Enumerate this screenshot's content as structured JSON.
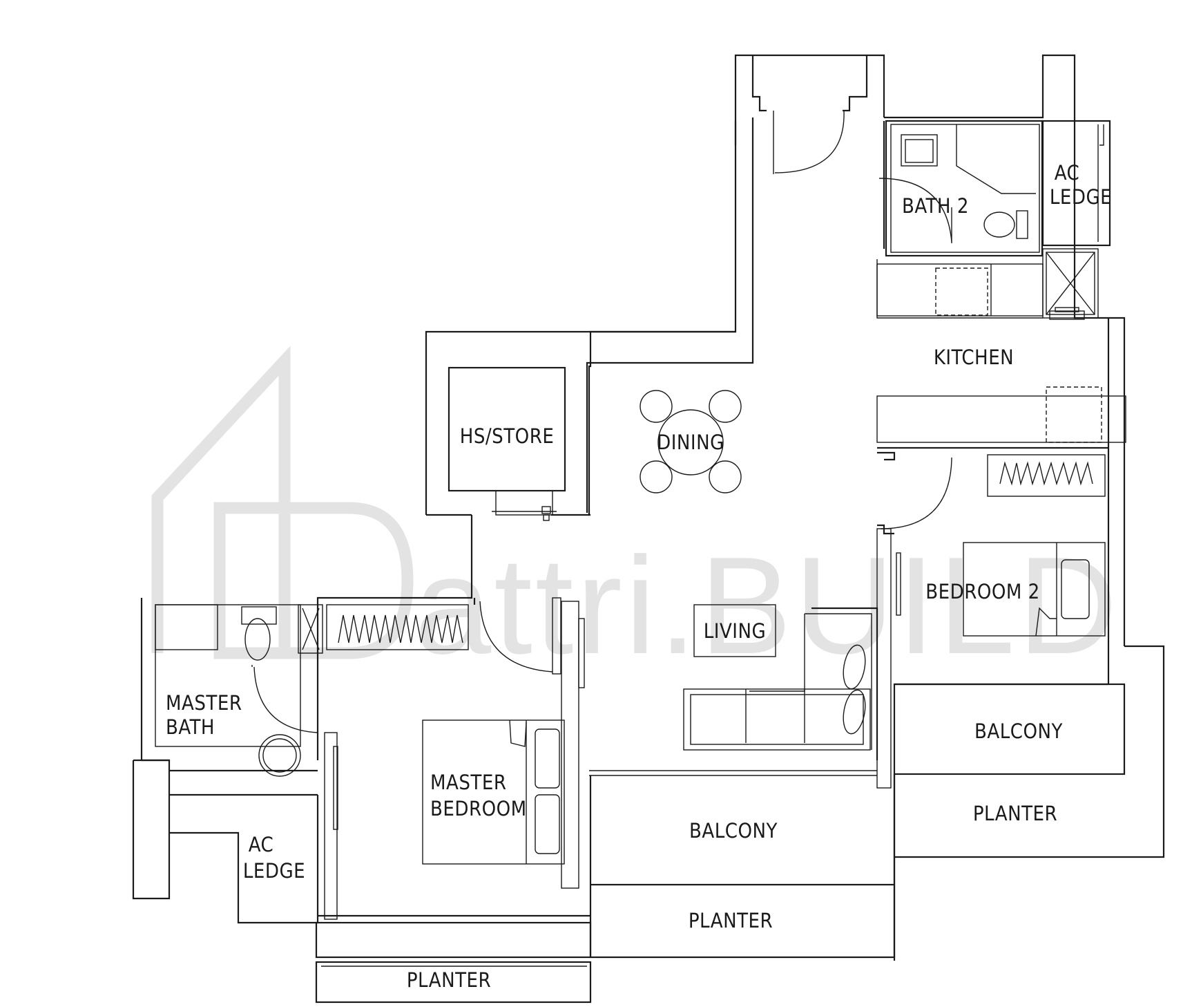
{
  "watermark": {
    "text": "attri.BUILD",
    "color": "#e3e3e3"
  },
  "line_color": "#1a1a1a",
  "rooms": {
    "bath2": "BATH 2",
    "ac_ledge_top_l1": "AC",
    "ac_ledge_top_l2": "LEDGE",
    "kitchen": "KITCHEN",
    "hs_store": "HS/STORE",
    "dining": "DINING",
    "bedroom2": "BEDROOM 2",
    "living": "LIVING",
    "master_bath_l1": "MASTER",
    "master_bath_l2": "BATH",
    "master_bedroom_l1": "MASTER",
    "master_bedroom_l2": "BEDROOM",
    "ac_ledge_bottom_l1": "AC",
    "ac_ledge_bottom_l2": "LEDGE",
    "balcony_right": "BALCONY",
    "planter_right": "PLANTER",
    "balcony_center": "BALCONY",
    "planter_center": "PLANTER",
    "planter_bottom": "PLANTER"
  }
}
